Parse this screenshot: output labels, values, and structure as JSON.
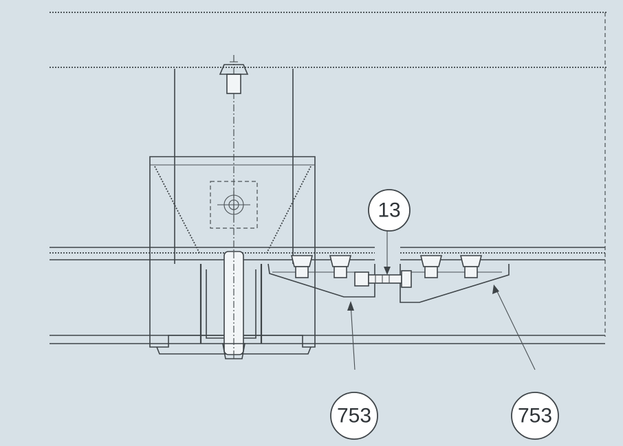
{
  "callouts": [
    {
      "label": "13"
    },
    {
      "label": "753"
    },
    {
      "label": "753"
    }
  ],
  "colors": {
    "background": "#d7e1e7",
    "line": "#3e4448",
    "callout_fill": "#ffffff"
  }
}
